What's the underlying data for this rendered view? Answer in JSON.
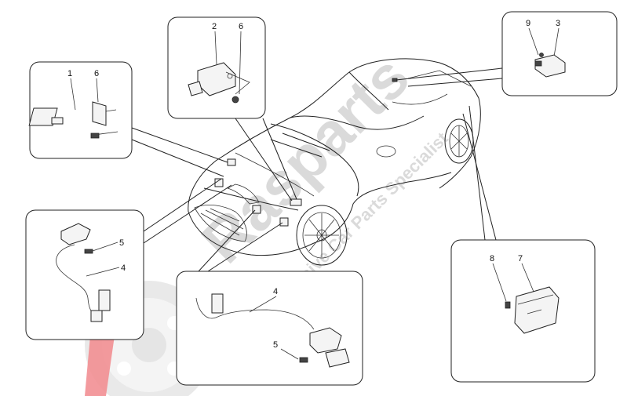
{
  "watermark": {
    "brand": "Rasparts",
    "tagline": "Exclusive Car Parts Specialist",
    "brand_color": "#c8c8c8",
    "logo_red": "#e8343c"
  },
  "callouts": {
    "box1": [
      "1",
      "6"
    ],
    "box2": [
      "2",
      "6"
    ],
    "box3": [
      "9",
      "3"
    ],
    "box4": [
      "5",
      "4"
    ],
    "box5": [
      "4",
      "5"
    ],
    "box6": [
      "8",
      "7"
    ]
  }
}
